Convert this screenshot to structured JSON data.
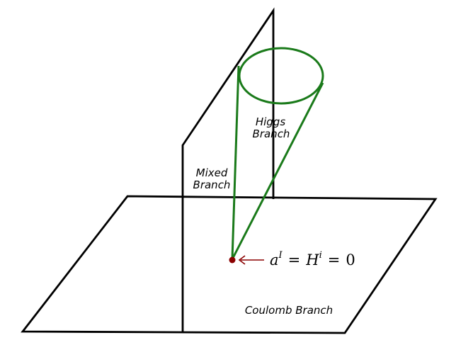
{
  "labels": {
    "higgs_line1": "Higgs",
    "higgs_line2": "Branch",
    "mixed_line1": "Mixed",
    "mixed_line2": "Branch",
    "coulomb": "Coulomb Branch"
  },
  "equation": {
    "a": "a",
    "a_sup": "I",
    "eq1": "=",
    "H": "H",
    "H_sup": "i",
    "eq2": "=",
    "zero": "0"
  },
  "colors": {
    "planes": "#000000",
    "cone": "#1a7a1a",
    "origin_point": "#8b0000",
    "arrow": "#8b0000"
  }
}
